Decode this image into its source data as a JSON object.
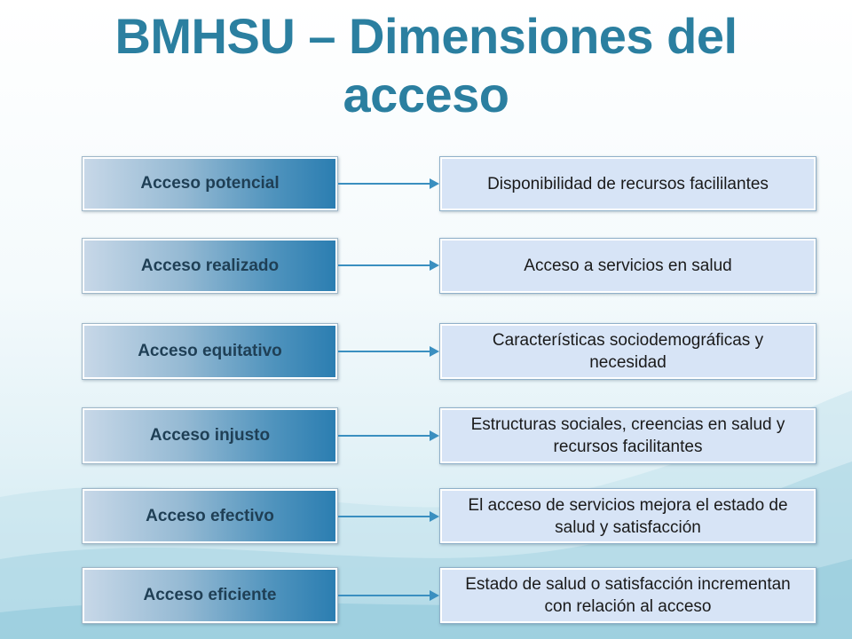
{
  "title": "BMHSU – Dimensiones del acceso",
  "rows": [
    {
      "left": "Acceso potencial",
      "right": "Disponibilidad de recursos facililantes"
    },
    {
      "left": "Acceso realizado",
      "right": "Acceso a servicios en salud"
    },
    {
      "left": "Acceso equitativo",
      "right": "Características sociodemográficas y necesidad"
    },
    {
      "left": "Acceso injusto",
      "right": "Estructuras sociales, creencias en salud y recursos facilitantes"
    },
    {
      "left": "Acceso efectivo",
      "right": "El acceso de servicios mejora el estado de salud y satisfacción"
    },
    {
      "left": "Acceso eficiente",
      "right": "Estado de salud o satisfacción incrementan con relación al acceso"
    }
  ],
  "colors": {
    "title": "#2b7fa0",
    "arrow": "#3a8fc0",
    "right_box": "#d7e4f6"
  }
}
